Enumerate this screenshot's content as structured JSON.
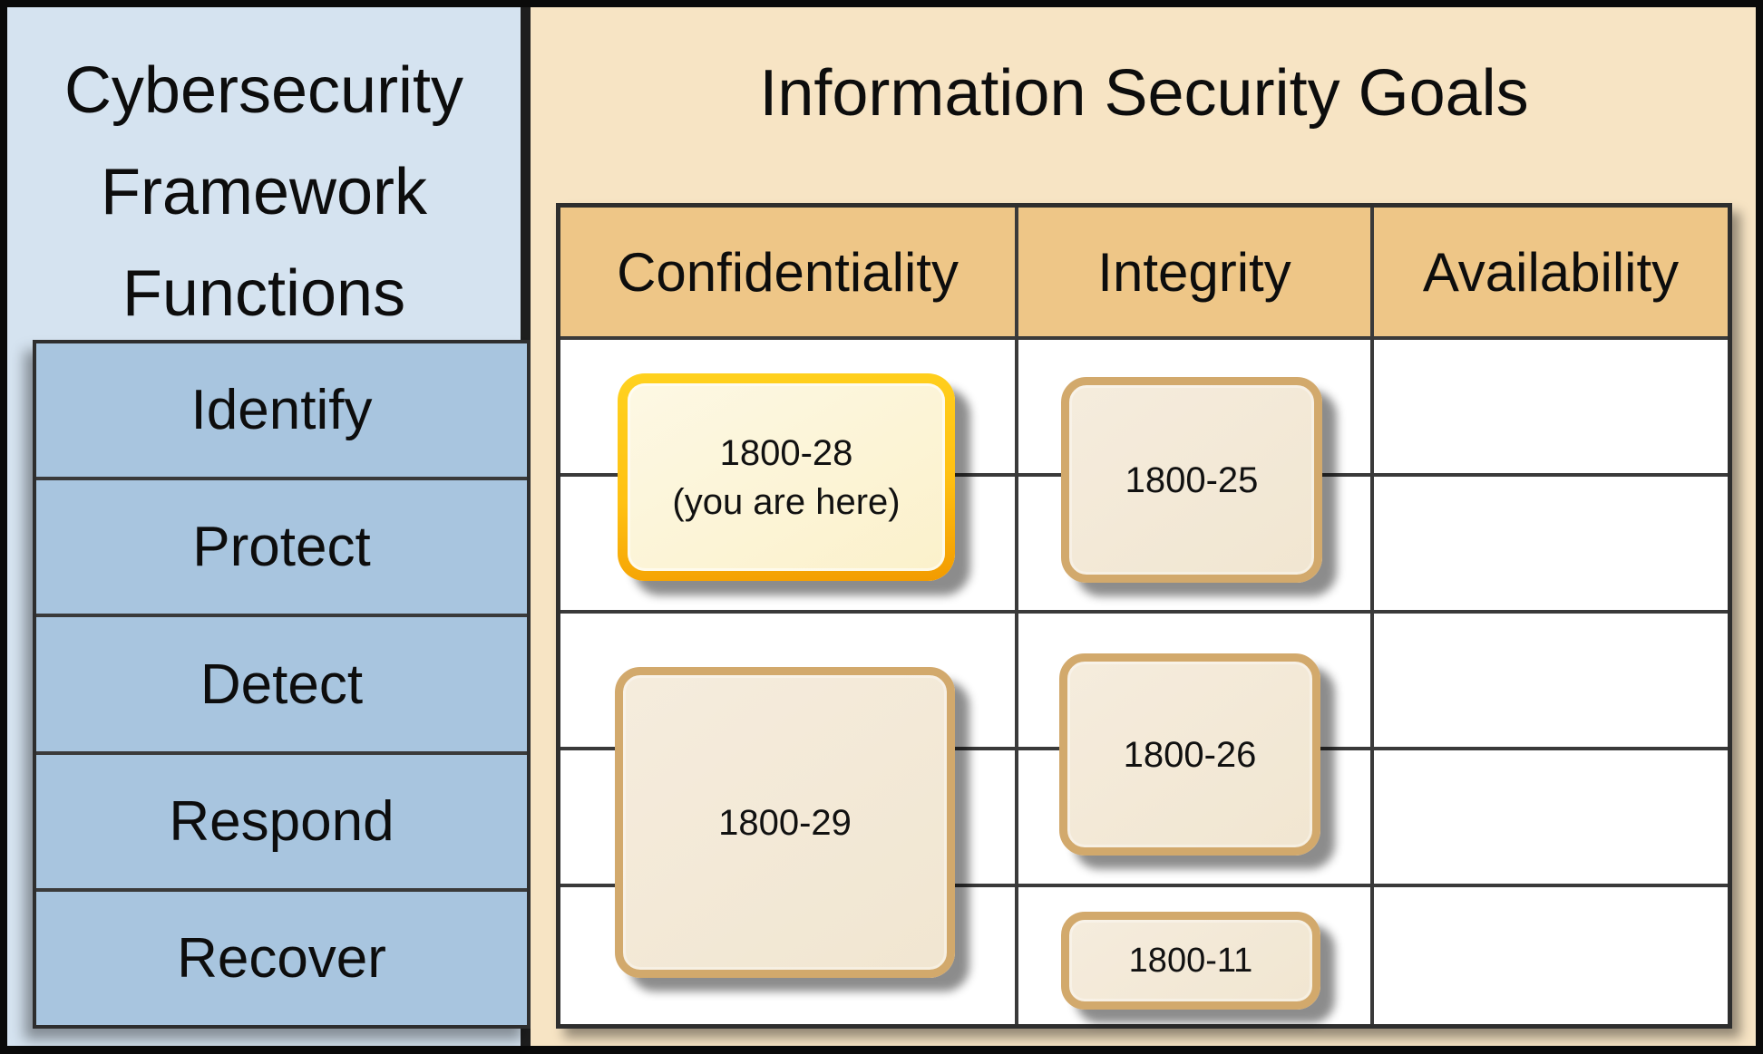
{
  "figure": {
    "left_header": "Cybersecurity Framework Functions",
    "left_header_lines": [
      "Cybersecurity",
      "Framework",
      "Functions"
    ],
    "functions": [
      "Identify",
      "Protect",
      "Detect",
      "Respond",
      "Recover"
    ],
    "right_header": "Information Security Goals",
    "goals": [
      "Confidentiality",
      "Integrity",
      "Availability"
    ],
    "cards": [
      {
        "label": "1800-28",
        "sublabel": "(you are here)",
        "goal": "Confidentiality",
        "functions_spanned": "Identify, Protect",
        "highlighted": true
      },
      {
        "label": "1800-25",
        "goal": "Integrity",
        "functions_spanned": "Identify, Protect",
        "highlighted": false
      },
      {
        "label": "1800-29",
        "goal": "Confidentiality",
        "functions_spanned": "Detect, Respond, Recover",
        "highlighted": false
      },
      {
        "label": "1800-26",
        "goal": "Integrity",
        "functions_spanned": "Detect, Respond",
        "highlighted": false
      },
      {
        "label": "1800-11",
        "goal": "Integrity",
        "functions_spanned": "Recover",
        "highlighted": false
      }
    ],
    "colors": {
      "frame": "#0a0a0a",
      "left_panel_bg": "#d5e3f0",
      "function_row_bg": "#a8c5df",
      "right_panel_bg": "#f7e4c4",
      "goal_header_bg": "#eec687",
      "grid_bg": "#ffffff",
      "grid_line": "#3a3a3a",
      "card_bg": "#f3e9d8",
      "card_border": "#d2a96c",
      "highlight_card_bg": "#fdf6da",
      "highlight_card_border_top": "#ffd21f",
      "highlight_card_border_bottom": "#f29b00"
    }
  }
}
